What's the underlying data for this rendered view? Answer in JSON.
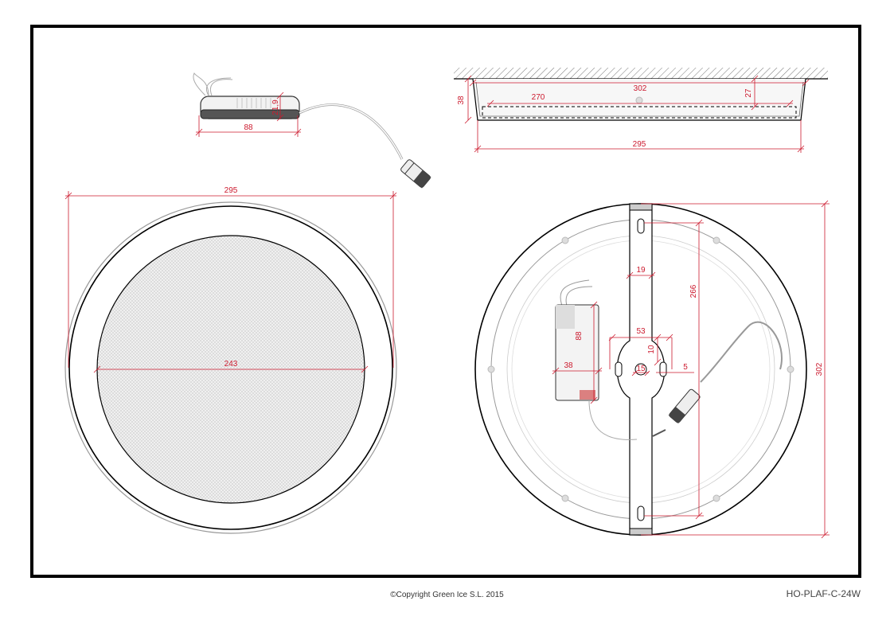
{
  "dimensions": {
    "driver_length": "88",
    "driver_height": "21,9",
    "side_inner_top": "302",
    "side_inner_width": "270",
    "side_depth_total": "38",
    "side_depth_inner": "27",
    "side_outer_width": "295",
    "front_outer": "295",
    "front_diffuser": "243",
    "back_outer": "302",
    "back_slot_span": "266",
    "bar_width": "19",
    "hub_width": "53",
    "hub_offset": "10",
    "center_hole": "15",
    "slot_width": "5",
    "back_driver_length": "88",
    "back_driver_width": "38"
  },
  "footer": {
    "copyright": "©Copyright Green Ice S.L. 2015",
    "product_code": "HO-PLAF-C-24W"
  },
  "colors": {
    "dimension": "#cc1a2e",
    "outline": "#000000"
  }
}
